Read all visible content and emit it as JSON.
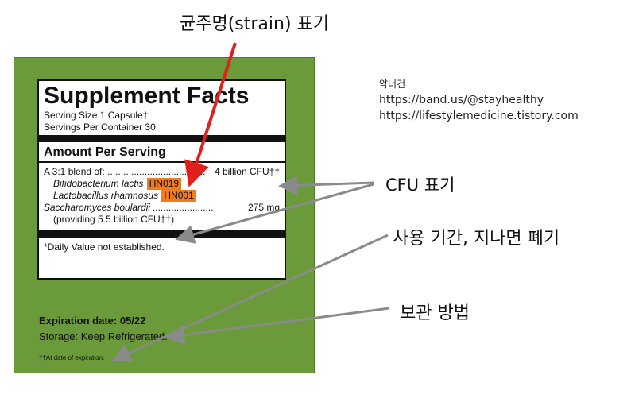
{
  "annotations": {
    "strain": "균주명(strain) 표기",
    "cfu": "CFU 표기",
    "expiry": "사용 기간, 지나면 폐기",
    "storage": "보관 방법"
  },
  "author": {
    "name": "약너건",
    "band_url": "https://band.us/@stayhealthy",
    "blog_url": "https://lifestylemedicine.tistory.com"
  },
  "label": {
    "title": "Supplement Facts",
    "serving_size": "Serving Size 1 Capsule†",
    "servings_per_container": "Servings Per Container 30",
    "amount_header": "Amount Per Serving",
    "blend_label": "A 3:1 blend of: .....................................",
    "blend_value": "4 billion CFU††",
    "strain1_name": "Bifidobacterium lactis",
    "strain1_code": "HN019",
    "strain2_name": "Lactobacillus rhamnosus",
    "strain2_code": "HN001",
    "sacch_label": "Saccharomyces boulardii .......................",
    "sacch_value": "275 mg",
    "providing": "(providing 5.5 billion CFU††)",
    "daily_value_note": "*Daily Value not established.",
    "expiration": "Expiration date: 05/22",
    "storage": "Storage: Keep Refrigerated.",
    "footnote": "††At date of expiration."
  },
  "colors": {
    "panel_green": "#6a9a3a",
    "strain_highlight": "#f07c1e",
    "arrow_red": "#e0201a",
    "arrow_gray": "#8a8a8a"
  }
}
